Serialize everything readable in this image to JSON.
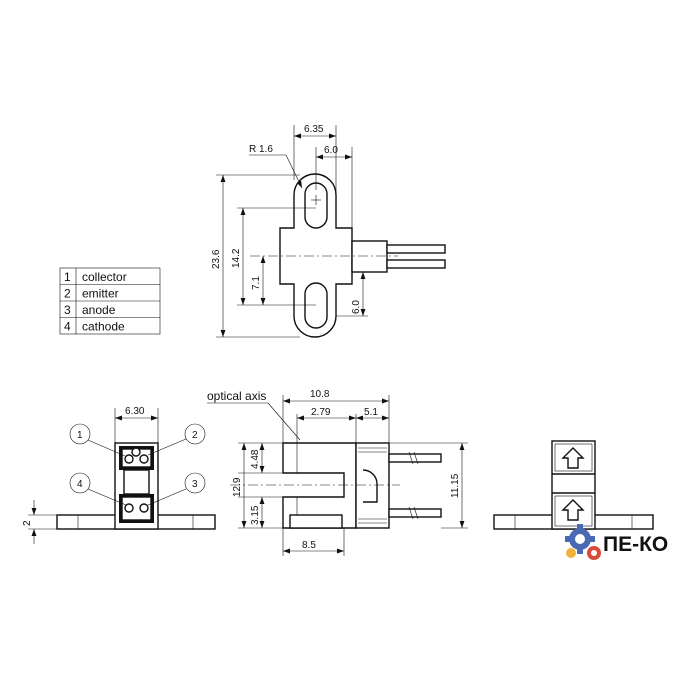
{
  "legend": [
    {
      "num": "1",
      "name": "collector"
    },
    {
      "num": "2",
      "name": "emitter"
    },
    {
      "num": "3",
      "name": "anode"
    },
    {
      "num": "4",
      "name": "cathode"
    }
  ],
  "top_view": {
    "width_total": "6.35",
    "slot_width": "6.0",
    "radius": "R 1.6",
    "height_total": "23.6",
    "hole_pitch": "14.2",
    "half_pitch": "7.1",
    "lead_height": "6.0"
  },
  "front_view": {
    "width": "6.30",
    "base_height": "2",
    "pins": [
      "1",
      "2",
      "4",
      "3"
    ]
  },
  "side_view": {
    "optical_axis": "optical axis",
    "width_total": "10.8",
    "axis_offset": "2.79",
    "lead_offset": "5.1",
    "upper": "4.48",
    "slot_height": "12.9",
    "lower": "3.15",
    "total_height": "11.15",
    "base_width": "8.5"
  },
  "logo": {
    "text": "ПЕ-КО",
    "icon": "gear-icon"
  }
}
